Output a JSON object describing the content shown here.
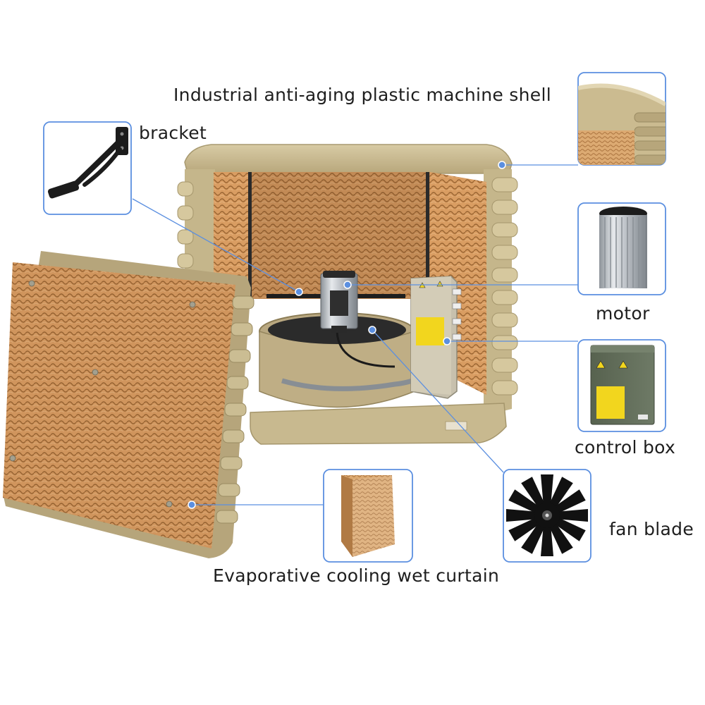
{
  "labels": {
    "shell": "Industrial anti-aging plastic machine shell",
    "bracket": "bracket",
    "motor": "motor",
    "control_box": "control box",
    "fan_blade": "fan blade",
    "wet_curtain": "Evaporative cooling wet curtain"
  },
  "colors": {
    "callout_border": "#5b8fe0",
    "leader_line": "#5b8fe0",
    "shell_tan": "#c9b98f",
    "pad_orange": "#d89a60",
    "control_box_green": "#5f6b58",
    "warning_yellow": "#f2d61e",
    "motor_silver": "#c8ccd0",
    "fan_blade_black": "#111111"
  },
  "icons": [
    "bracket-icon",
    "shell-detail-icon",
    "motor-icon",
    "control-box-icon",
    "fan-blade-icon",
    "wet-curtain-icon"
  ]
}
